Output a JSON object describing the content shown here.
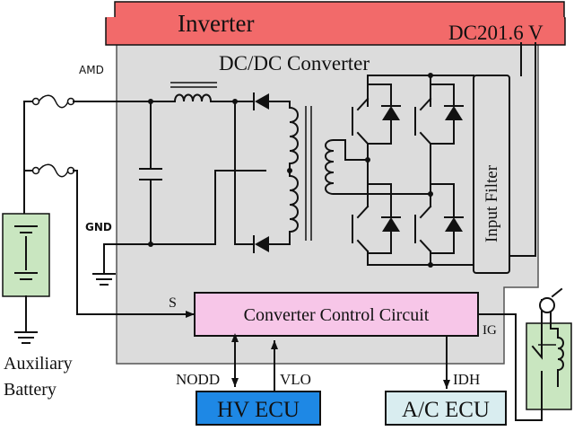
{
  "colors": {
    "inverter_fill": "#f26a6a",
    "converter_fill": "#dcdcdc",
    "control_fill": "#f7c6e8",
    "hv_ecu_fill": "#1e88e5",
    "ac_ecu_fill": "#d9edf0",
    "battery_fill": "#c9e6c0",
    "relay_fill": "#c9e6c0",
    "wire": "#111111"
  },
  "labels": {
    "inverter": "Inverter",
    "dc_voltage": "DC201.6 V",
    "dcdc_converter": "DC/DC Converter",
    "amd": "AMD",
    "gnd": "GND",
    "s": "S",
    "ig": "IG",
    "input_filter": "Input Filter",
    "control_circuit": "Converter Control Circuit",
    "nodd": "NODD",
    "vlo": "VLO",
    "idh": "IDH",
    "hv_ecu": "HV ECU",
    "ac_ecu": "A/C ECU",
    "aux_battery_line1": "Auxiliary",
    "aux_battery_line2": "Battery"
  },
  "icons": [
    "fuse-icon",
    "inductor-icon",
    "capacitor-icon",
    "diode-icon",
    "transformer-icon",
    "igbt-icon",
    "battery-icon",
    "ground-icon",
    "relay-icon",
    "arrow-icon"
  ]
}
